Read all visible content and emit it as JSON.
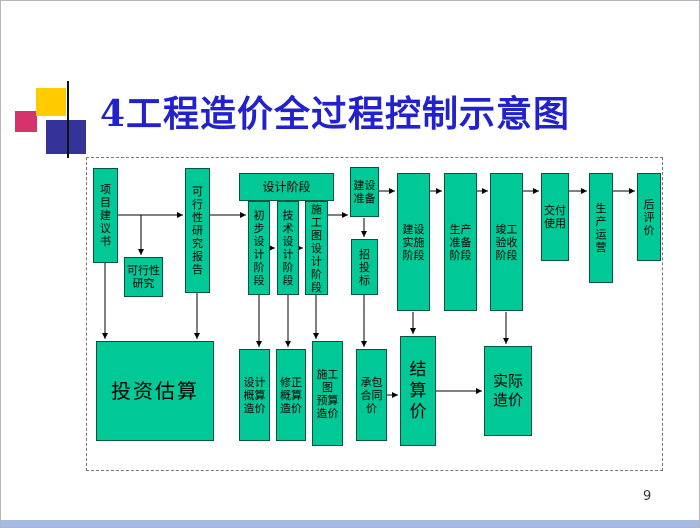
{
  "slide": {
    "title": "4工程造价全过程控制示意图",
    "page_number": "9"
  },
  "colors": {
    "box_fill": "#00C896",
    "box_border": "#00563C",
    "title_blue": "#2222CC",
    "logo_yellow": "#FFCC00",
    "logo_pink": "#D6336C",
    "logo_navy": "#333399",
    "footer_bar": "#A5BBE4"
  },
  "diagram": {
    "boxes": {
      "project_proposal": "项\n目\n建\n议\n书",
      "feasibility_study": "可行性\n研究",
      "feasibility_report": "可\n行\n性\n研\n究\n报\n告",
      "design_stage": "设计阶段",
      "preliminary_design": "初\n步\n设\n计\n阶\n段",
      "technical_design": "技\n术\n设\n计\n阶\n段",
      "construction_drawing_design": "施\n工\n图\n设\n计\n阶\n段",
      "construction_preparation": "建设\n准备",
      "bidding": "招\n投\n标",
      "construction_implementation": "建设\n实施\n阶段",
      "production_preparation": "生产\n准备\n阶段",
      "completion_acceptance": "竣工\n验收\n阶段",
      "delivery_use": "交付\n使用",
      "production_operation": "生\n产\n运\n营",
      "post_evaluation": "后\n评\n价",
      "investment_estimate": "投资估算",
      "design_budget_cost": "设计\n概算\n造价",
      "revised_budget_cost": "修正\n概算\n造价",
      "construction_drawing_budget_cost": "施工\n图\n预算\n造价",
      "contract_price": "承包\n合同\n价",
      "settlement_price": "结\n算\n价",
      "actual_cost": "实际\n造价"
    }
  }
}
